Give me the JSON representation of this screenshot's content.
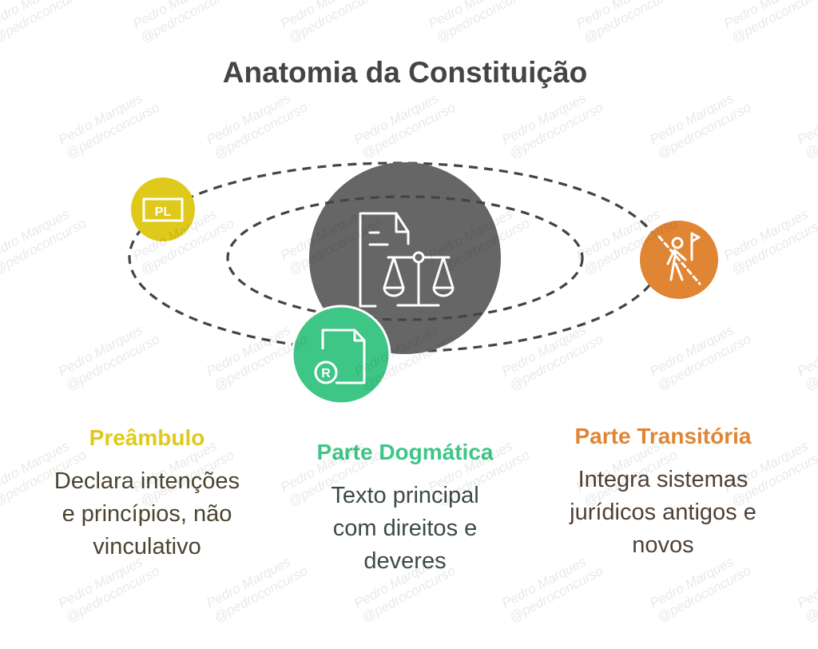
{
  "title": "Anatomia da Constituição",
  "watermark": {
    "line1": "Pedro Marques",
    "line2": "@pedroconcurso"
  },
  "colors": {
    "center": "#666666",
    "preambulo": "#dfc91a",
    "dogmatica": "#3ec686",
    "transitoria": "#e08534",
    "dash": "#444444"
  },
  "nodes": {
    "center": {
      "icon": "document-scales-icon"
    },
    "preambulo": {
      "icon": "pl-board-icon",
      "icon_text": "PL"
    },
    "dogmatica": {
      "icon": "registered-document-icon",
      "icon_text": "R"
    },
    "transitoria": {
      "icon": "person-flag-transition-icon"
    }
  },
  "sections": [
    {
      "title": "Preâmbulo",
      "lines": [
        "Declara intenções",
        "e princípios, não",
        "vinculativo"
      ]
    },
    {
      "title": "Parte Dogmática",
      "lines": [
        "Texto principal",
        "com direitos e",
        "deveres"
      ]
    },
    {
      "title": "Parte Transitória",
      "lines": [
        "Integra sistemas",
        "jurídicos antigos e",
        "novos"
      ]
    }
  ]
}
